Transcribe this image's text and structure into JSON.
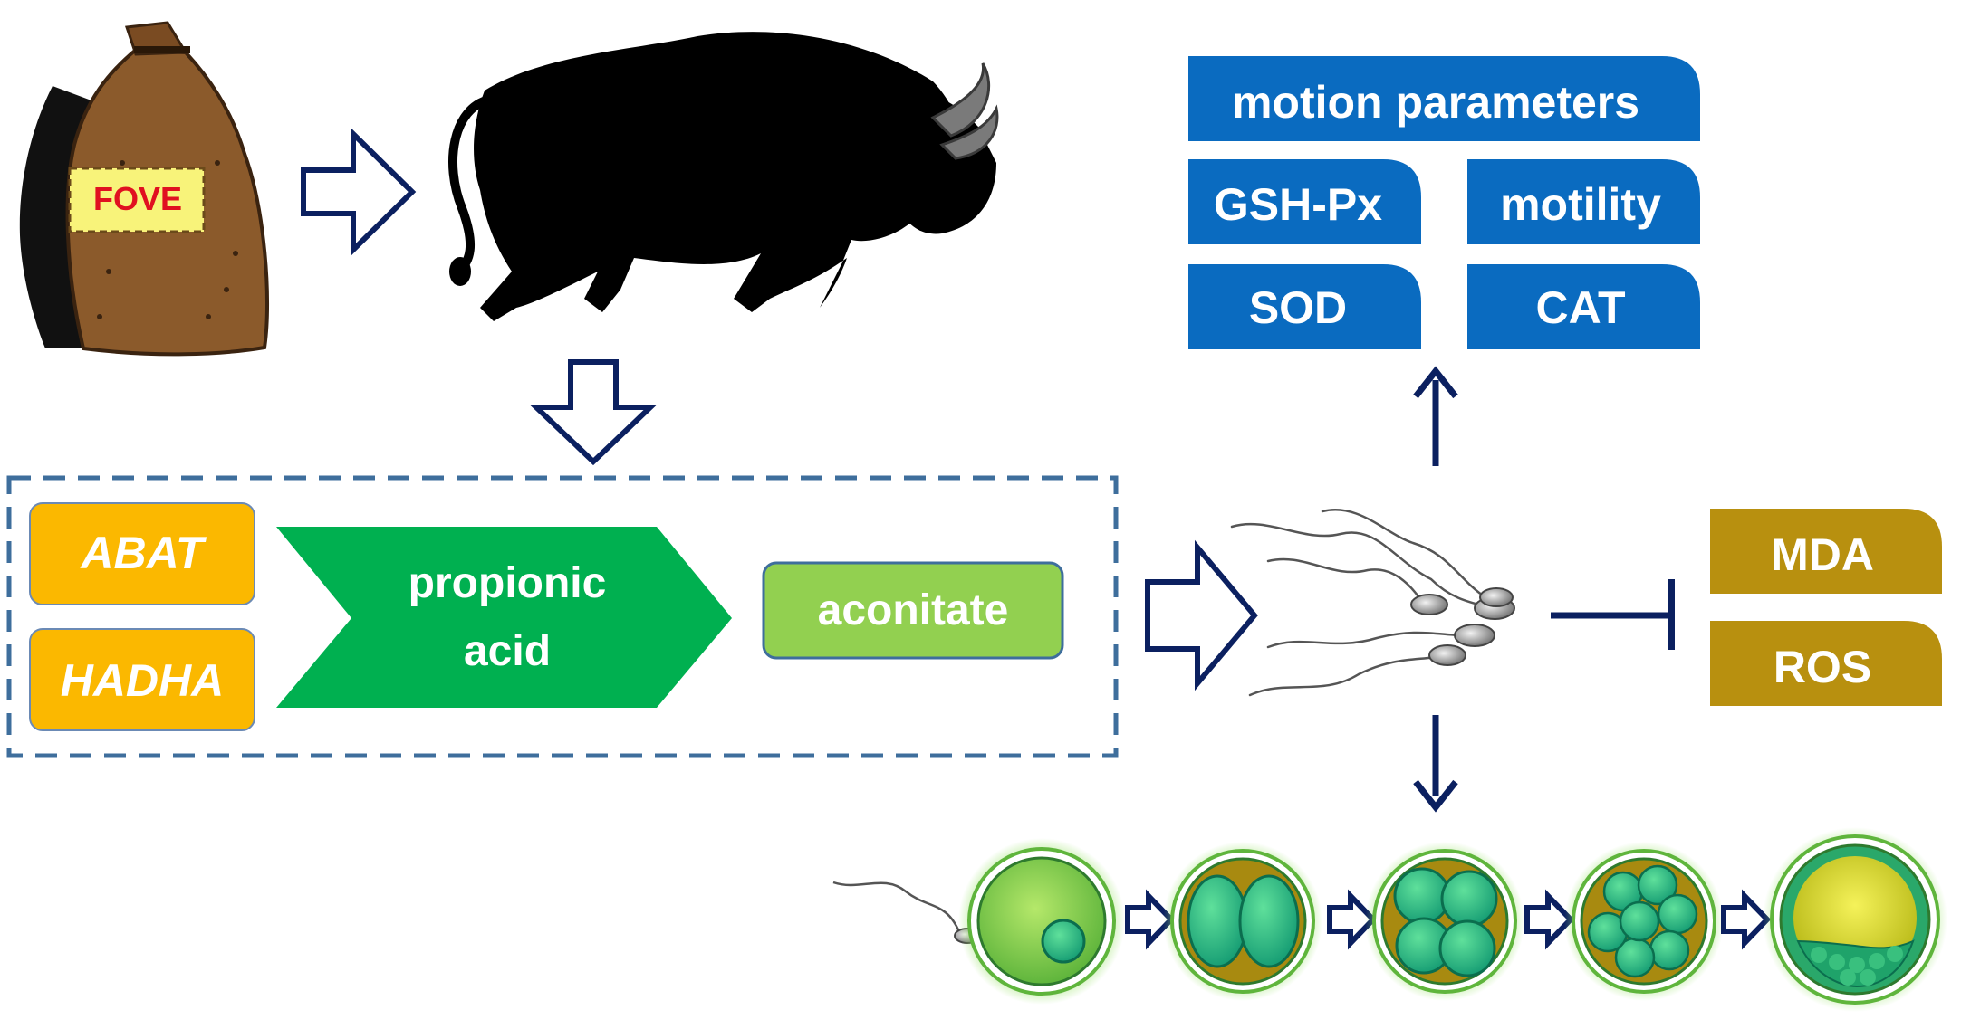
{
  "bag_label": "FOVE",
  "genes": [
    "ABAT",
    "HADHA"
  ],
  "metabolite": {
    "line1": "propionic",
    "line2": "acid"
  },
  "product": "aconitate",
  "sperm_parameters": {
    "top": "motion parameters",
    "row2_left": "GSH-Px",
    "row2_right": "motility",
    "row3_left": "SOD",
    "row3_right": "CAT"
  },
  "oxidative_markers": [
    "MDA",
    "ROS"
  ],
  "colors": {
    "blue_label": "#0a6bc0",
    "gold_label": "#b8900f",
    "gene_box": "#fbb800",
    "propionic_arrow": "#00b050",
    "aconitate_box": "#92d050",
    "arrow_navy": "#0b2060",
    "dashed_border": "#3e6e9c"
  }
}
